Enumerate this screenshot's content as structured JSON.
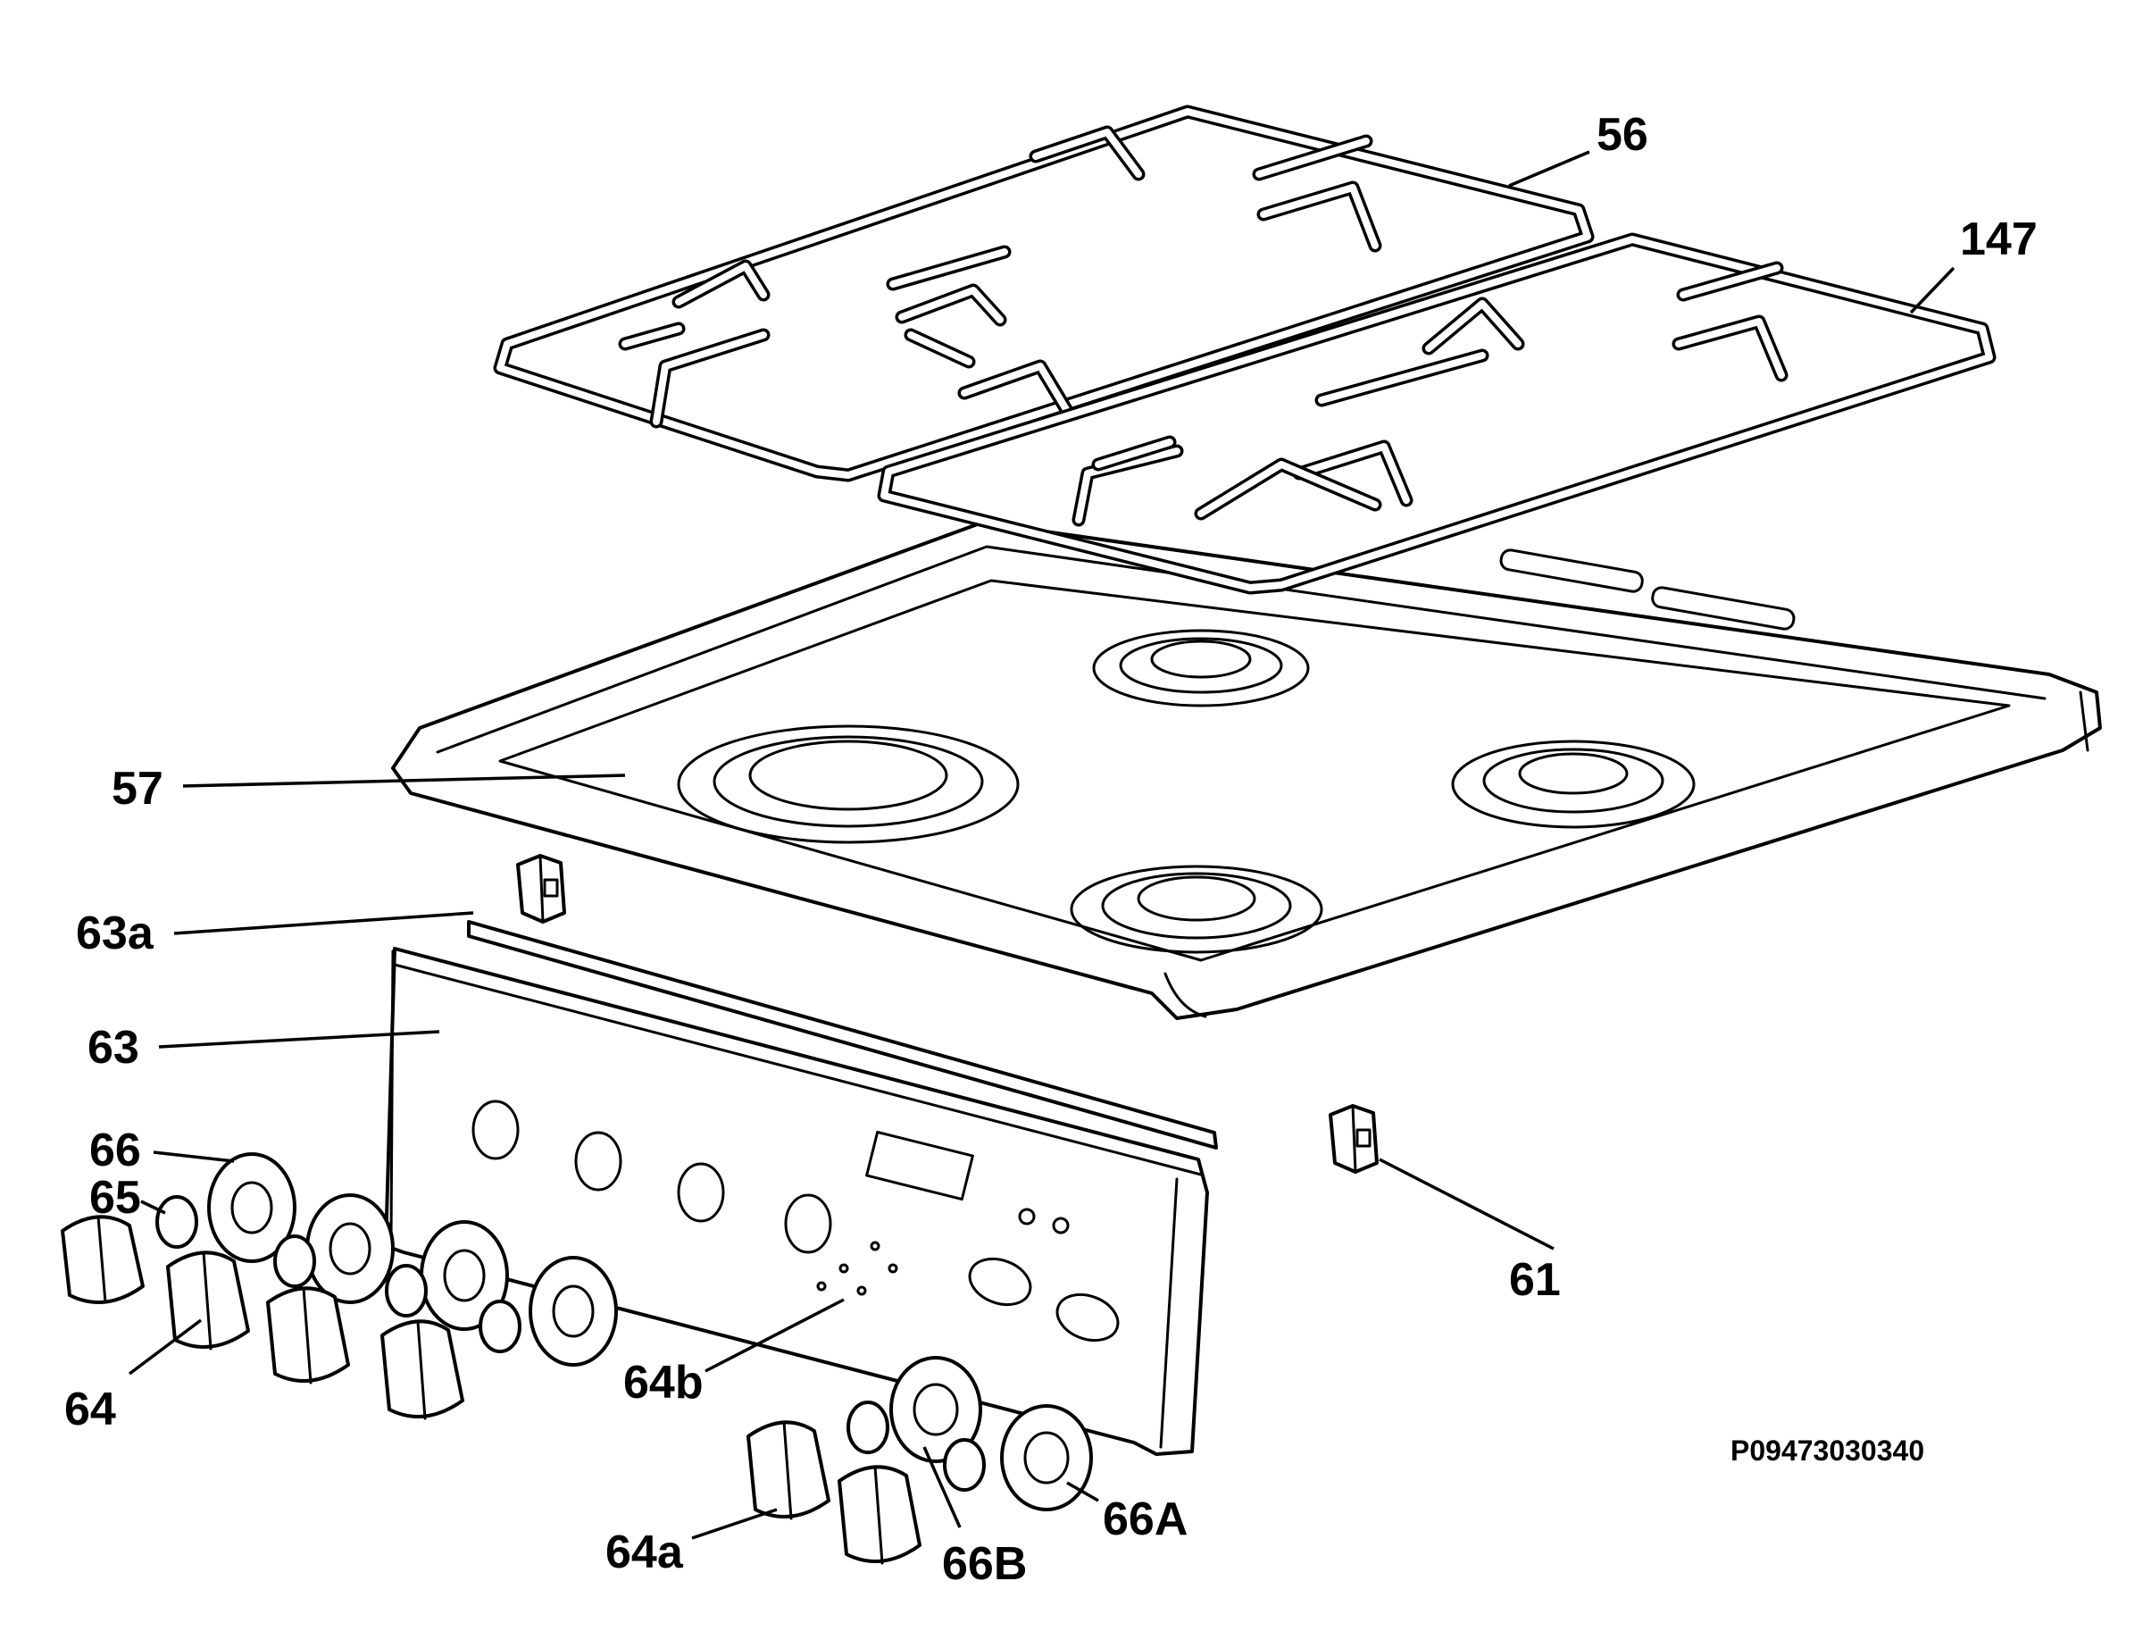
{
  "diagram": {
    "reference_code": "P09473030340",
    "callouts": {
      "c56": "56",
      "c147": "147",
      "c57": "57",
      "c63a": "63a",
      "c63": "63",
      "c66": "66",
      "c65": "65",
      "c64": "64",
      "c64b": "64b",
      "c61": "61",
      "c64a": "64a",
      "c66B": "66B",
      "c66A": "66A"
    }
  }
}
